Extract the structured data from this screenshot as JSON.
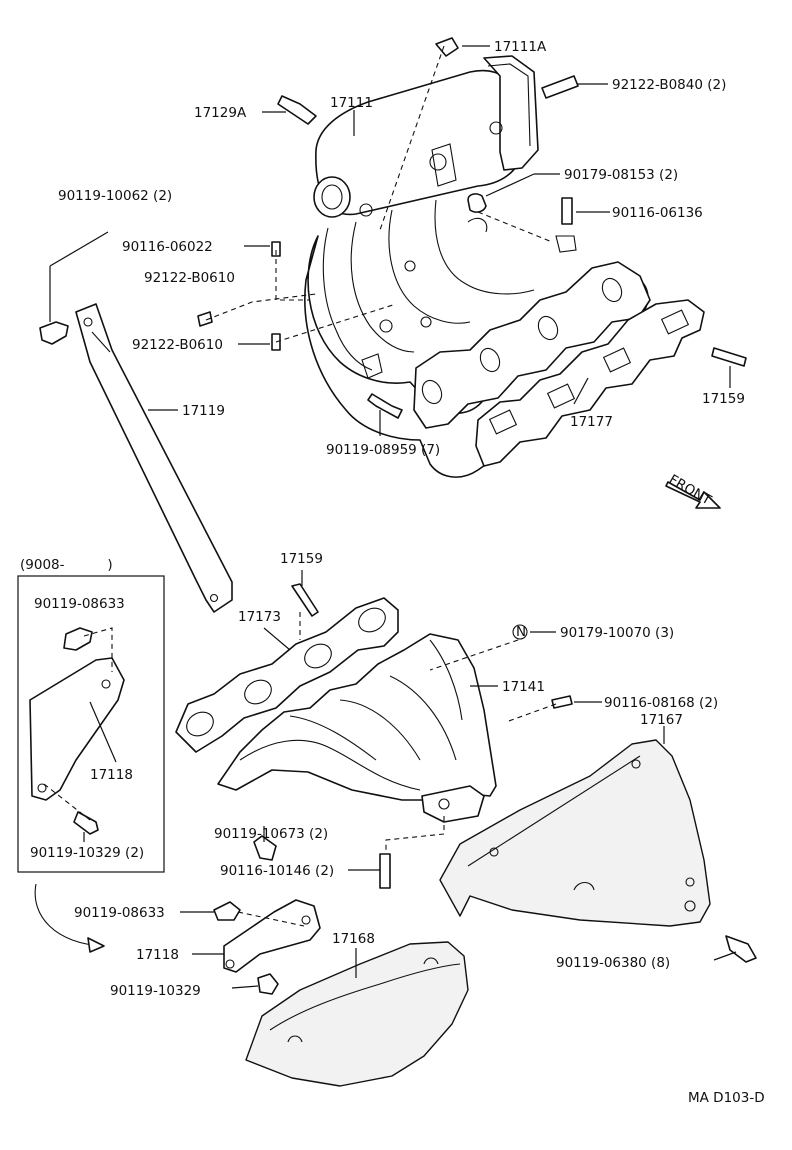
{
  "diagram_code": "MA D103-D",
  "direction_label": "FRONT",
  "inset_range": "(9008-          )",
  "labels": {
    "p17111A": "17111A",
    "p92122_B0840": "92122-B0840 (2)",
    "p17129A": "17129A",
    "p17111": "17111",
    "p90179_08153": "90179-08153 (2)",
    "p90119_10062": "90119-10062 (2)",
    "p90116_06136": "90116-06136",
    "p90116_06022": "90116-06022",
    "p92122_B0610_a": "92122-B0610",
    "p92122_B0610_b": "92122-B0610",
    "p17119": "17119",
    "p17159_top": "17159",
    "p17177": "17177",
    "p90119_08959": "90119-08959 (7)",
    "p17159_mid": "17159",
    "p17173": "17173",
    "p90179_10070": "90179-10070 (3)",
    "washer_n": "N",
    "p90119_08633_inset": "90119-08633",
    "p17141": "17141",
    "p90116_08168": "90116-08168 (2)",
    "p17167": "17167",
    "p17118_inset": "17118",
    "p90119_10673": "90119-10673 (2)",
    "p90119_10329_inset": "90119-10329 (2)",
    "p90116_10146": "90116-10146 (2)",
    "p90119_08633": "90119-08633",
    "p17168": "17168",
    "p17118": "17118",
    "p90119_06380": "90119-06380 (8)",
    "p90119_10329": "90119-10329"
  }
}
